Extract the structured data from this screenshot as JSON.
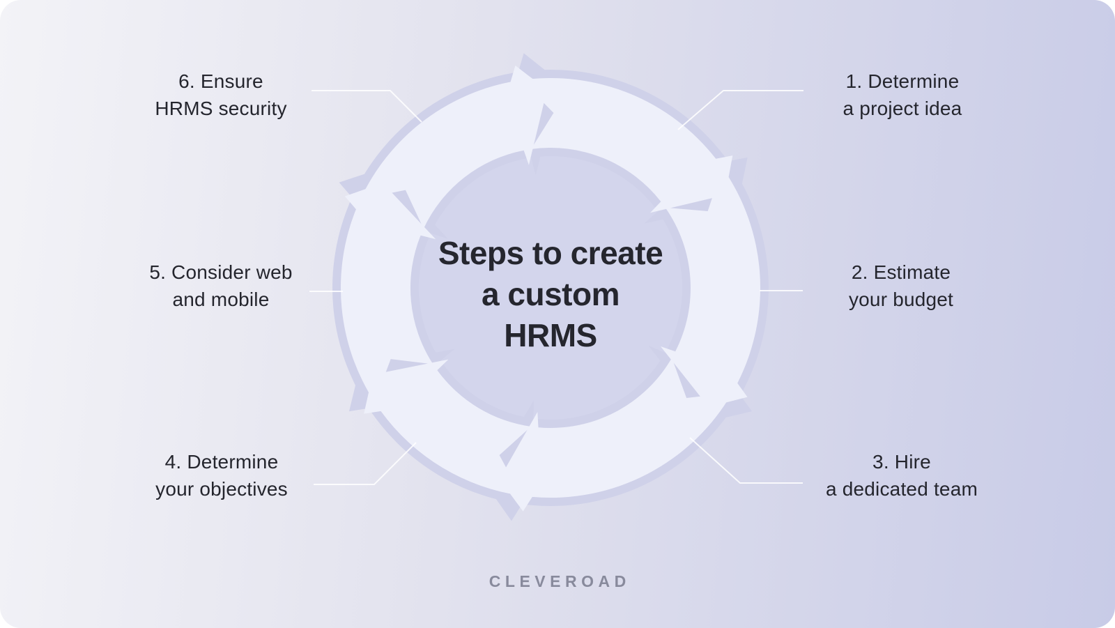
{
  "colors": {
    "bg_left": "#f3f3f7",
    "bg_right": "#c8cbe7",
    "arrow": "#eef0fa",
    "shadow": "#cfd1e9",
    "inner": "#d3d5ec",
    "text": "#24252d",
    "title": "#25262e",
    "connector": "#ffffff",
    "brand": "#888a9c"
  },
  "diagram": {
    "type": "cycle",
    "direction": "clockwise",
    "segment_count": 6,
    "title": {
      "line1": "Steps to create",
      "line2": "a custom",
      "line3": "HRMS"
    },
    "steps": [
      {
        "line1": "1. Determine",
        "line2": "a project idea",
        "position": "top-right"
      },
      {
        "line1": "2. Estimate",
        "line2": "your budget",
        "position": "middle-right"
      },
      {
        "line1": "3. Hire",
        "line2": "a dedicated team",
        "position": "bottom-right"
      },
      {
        "line1": "4. Determine",
        "line2": "your objectives",
        "position": "bottom-left"
      },
      {
        "line1": "5. Consider web",
        "line2": "and mobile",
        "position": "middle-left"
      },
      {
        "line1": "6. Ensure",
        "line2": "HRMS security",
        "position": "top-left"
      }
    ]
  },
  "footer": {
    "brand": "CLEVEROAD"
  }
}
